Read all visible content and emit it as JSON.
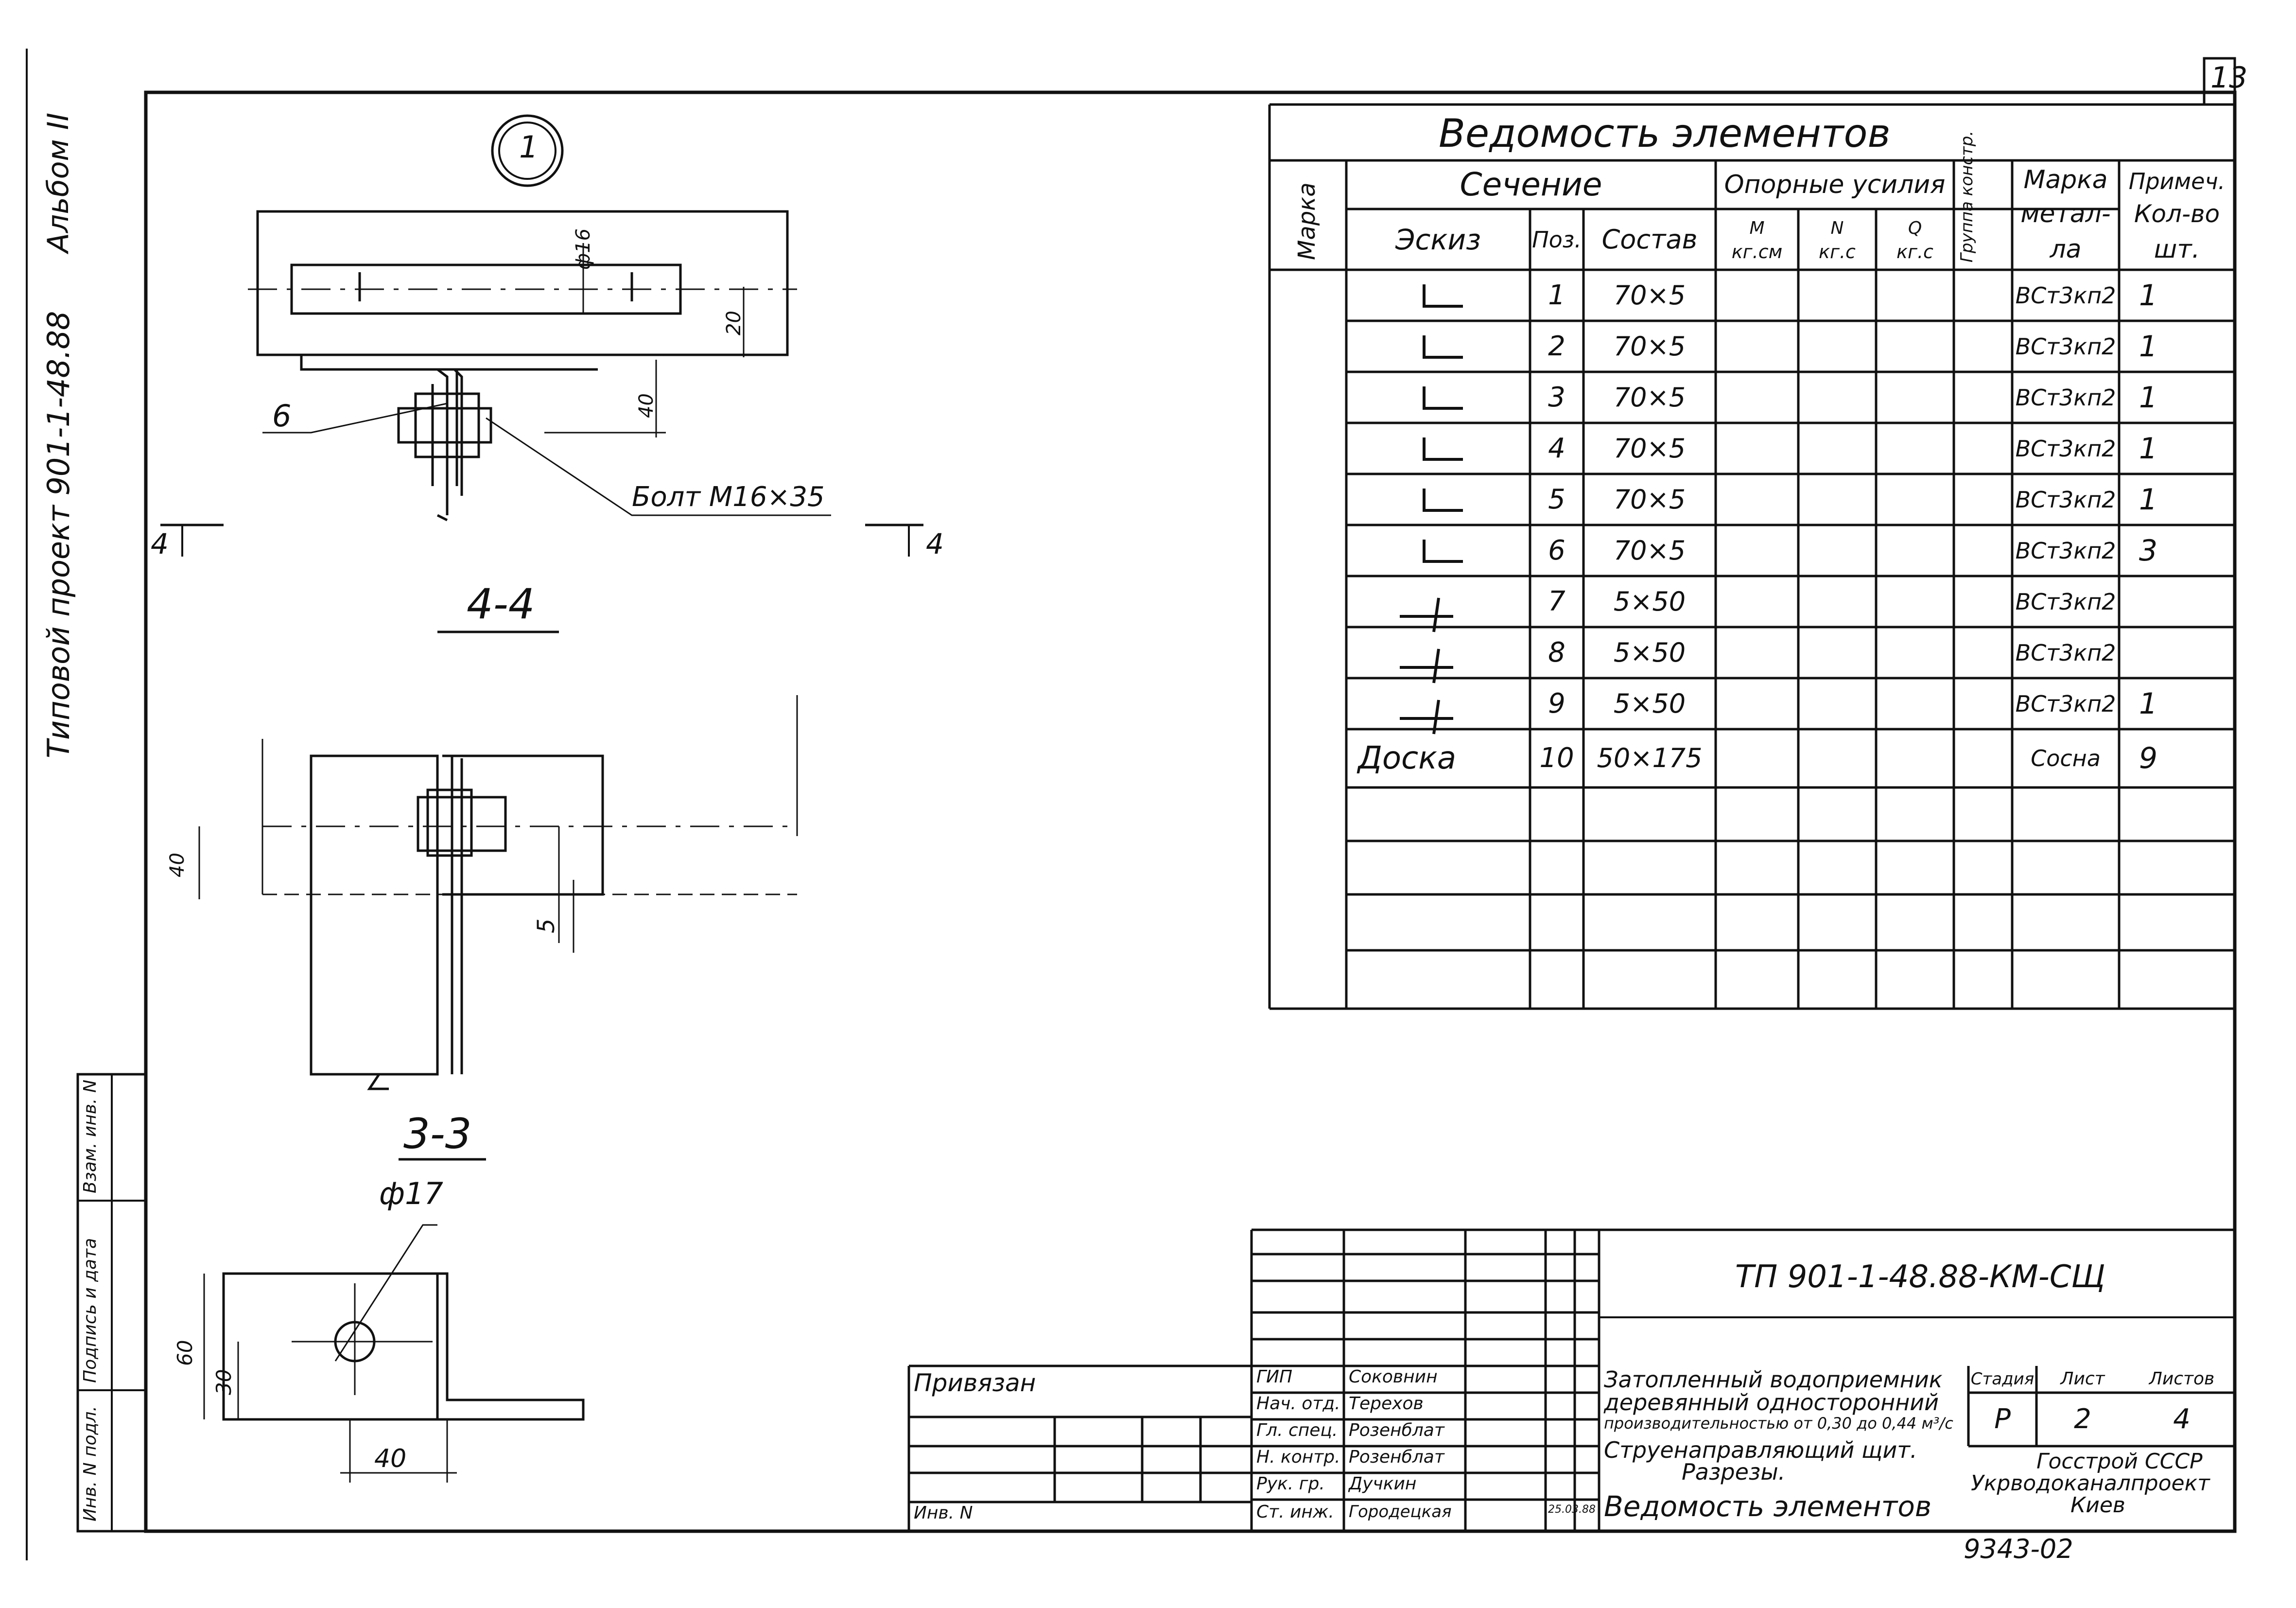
{
  "sheet_number": "13",
  "margin_vertical": {
    "album": "Альбом II",
    "project": "Типовой проект 901-1-48.88"
  },
  "left_stamp": [
    "Инв. N подл.",
    "Подпись и дата",
    "Взам. инв. N"
  ],
  "views": {
    "circle_mark": "1",
    "dim_phi16": "ф16",
    "dim_20": "20",
    "dim_40": "40",
    "label_6": "6",
    "bolt": "Болт М16×35",
    "arrow_left": "4",
    "arrow_right": "4",
    "section_44": "4-4",
    "dim_40b": "40",
    "dim_5": "5",
    "section_33": "3-3",
    "dim_phi17": "ф17",
    "dim_60": "60",
    "dim_30": "30",
    "dim_40c": "40"
  },
  "table": {
    "title": "Ведомость элементов",
    "h_marka": "Марка",
    "h_section": "Сечение",
    "h_sketch": "Эскиз",
    "h_pos": "Поз.",
    "h_sostav": "Состав",
    "h_forces": "Опорные усилия",
    "h_m": "М",
    "h_m_unit": "кг.см",
    "h_n": "N",
    "h_n_unit": "кг.с",
    "h_q": "Q",
    "h_q_unit": "кг.с",
    "h_group": "Группа констр.",
    "h_metal_1": "Марка",
    "h_metal_2": "метал-",
    "h_metal_3": "ла",
    "h_note_1": "Примеч.",
    "h_note_2": "Кол-во",
    "h_note_3": "шт.",
    "rows": [
      {
        "sketch": "└",
        "pos": "1",
        "sostav": "70×5",
        "metal": "ВСт3кп2",
        "qty": "1"
      },
      {
        "sketch": "└",
        "pos": "2",
        "sostav": "70×5",
        "metal": "ВСт3кп2",
        "qty": "1"
      },
      {
        "sketch": "└",
        "pos": "3",
        "sostav": "70×5",
        "metal": "ВСт3кп2",
        "qty": "1"
      },
      {
        "sketch": "└",
        "pos": "4",
        "sostav": "70×5",
        "metal": "ВСт3кп2",
        "qty": "1"
      },
      {
        "sketch": "└",
        "pos": "5",
        "sostav": "70×5",
        "metal": "ВСт3кп2",
        "qty": "1"
      },
      {
        "sketch": "└",
        "pos": "6",
        "sostav": "70×5",
        "metal": "ВСт3кп2",
        "qty": "3"
      },
      {
        "sketch": "-/-",
        "pos": "7",
        "sostav": "5×50",
        "metal": "ВСт3кп2",
        "qty": ""
      },
      {
        "sketch": "-/-",
        "pos": "8",
        "sostav": "5×50",
        "metal": "ВСт3кп2",
        "qty": ""
      },
      {
        "sketch": "-/-",
        "pos": "9",
        "sostav": "5×50",
        "metal": "ВСт3кп2",
        "qty": "1"
      },
      {
        "sketch": "Доска",
        "pos": "10",
        "sostav": "50×175",
        "metal": "Сосна",
        "qty": "9"
      }
    ]
  },
  "title_block": {
    "doc_code": "ТП 901-1-48.88-КМ-СЩ",
    "privyazan": "Привязан",
    "inv_n": "Инв. N",
    "roles": [
      "ГИП",
      "Нач. отд.",
      "Гл. спец.",
      "Н. контр.",
      "Рук. гр.",
      "Ст. инж."
    ],
    "names": [
      "Соковнин",
      "Терехов",
      "Розенблат",
      "Розенблат",
      "Дучкин",
      "Городецкая"
    ],
    "date": "25.03.88",
    "desc_1": "Затопленный водоприемник",
    "desc_2": "деревянный односторонний",
    "desc_3": "производительностью от 0,30 до 0,44 м³/с",
    "desc_4": "Струенаправляющий щит.",
    "desc_5": "Разрезы.",
    "desc_6": "Ведомость элементов",
    "h_stage": "Стадия",
    "h_list": "Лист",
    "h_lists": "Листов",
    "stage": "Р",
    "list": "2",
    "lists": "4",
    "org_1": "Госстрой СССР",
    "org_2": "Укрводоканалпроект",
    "org_3": "Киев"
  },
  "footer_number": "9343-02"
}
